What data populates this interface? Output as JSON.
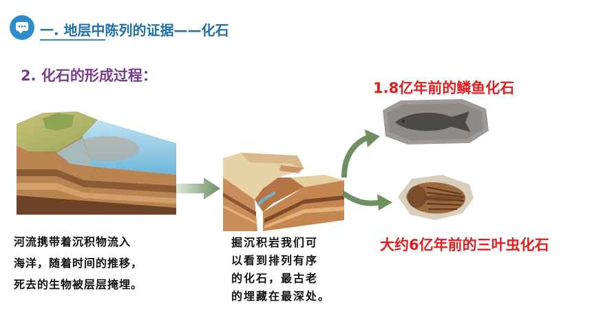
{
  "header": {
    "title": "一. 地层中陈列的证据——化石",
    "icon": "chat-bubble-icon",
    "accent": "#2f8ec9"
  },
  "section": {
    "title": "2. 化石的形成过程："
  },
  "step1": {
    "lines": [
      "河流携带着沉积物流入",
      "海洋，随着时间的推移，",
      "死去的生物被层层掩埋。"
    ]
  },
  "step2": {
    "lines": [
      "掘沉积岩我们可",
      "以看到排列有序",
      "的化石，最古老",
      "的埋藏在最深处。"
    ]
  },
  "fossils": {
    "fish_label": "1.8亿年前的鳞鱼化石",
    "trilobite_label": "大约6亿年前的三叶虫化石",
    "label_color": "#e41c1c"
  }
}
